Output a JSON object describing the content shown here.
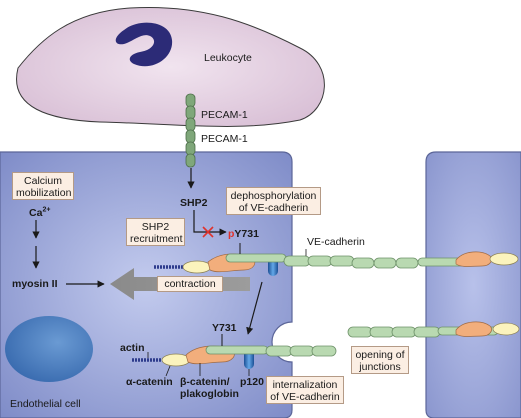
{
  "leukocyte": {
    "label": "Leukocyte"
  },
  "pecam": {
    "top_label": "PECAM-1",
    "bottom_label": "PECAM-1"
  },
  "shp2": {
    "label": "SHP2"
  },
  "calcium": {
    "line1": "Calcium",
    "line2": "mobilization",
    "ion": "Ca",
    "charge": "2+"
  },
  "myosin": {
    "label": "myosin II"
  },
  "dephos_box": {
    "line1": "dephosphorylation",
    "line2": "of VE-cadherin"
  },
  "recruit_box": {
    "line1": "SHP2",
    "line2": "recruitment"
  },
  "py731": {
    "prefix": "p",
    "rest": "Y731"
  },
  "ve_cadherin": {
    "label": "VE-cadherin"
  },
  "contraction_box": {
    "label": "contraction"
  },
  "y731": {
    "label": "Y731"
  },
  "actin": {
    "label": "actin"
  },
  "alpha_catenin": {
    "label": "α-catenin"
  },
  "beta_catenin": {
    "line1": "β-catenin/",
    "line2": "plakoglobin"
  },
  "p120": {
    "label": "p120"
  },
  "internalization_box": {
    "line1": "internalization",
    "line2": "of VE-cadherin"
  },
  "opening_box": {
    "line1": "opening of",
    "line2": "junctions"
  },
  "endothelial": {
    "label": "Endothelial cell"
  },
  "colors": {
    "leukocyte_fill": "#e3cfe0",
    "nucleus": "#2c2b77",
    "cell_fill": "#7f8cc8",
    "cell_nucleus": "#3f7cbb",
    "cadherin": "#b9d9b1",
    "catenin_orange": "#f2ae7c",
    "catenin_yellow": "#fbf3bd",
    "p120_blue": "#2a6fb8",
    "actin": "#2d3b8c",
    "inhibit_red": "#e0322b",
    "box_fill": "#fbeee3"
  }
}
